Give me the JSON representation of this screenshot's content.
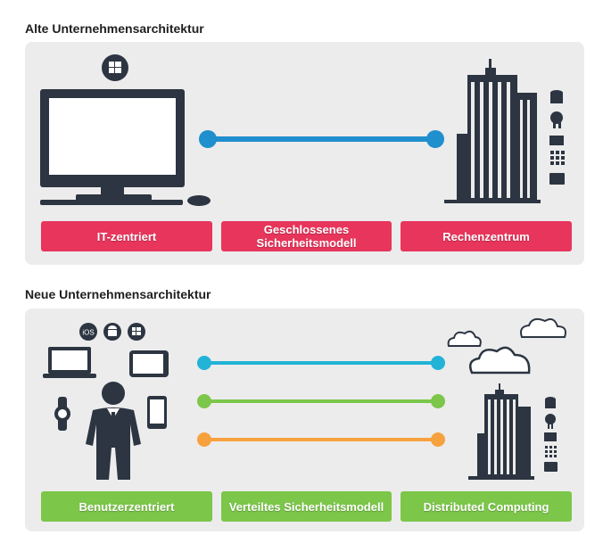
{
  "old": {
    "title": "Alte Unternehmensarchitektur",
    "labels": [
      "IT-zentriert",
      "Geschlossenes Sicherheitsmodell",
      "Rechenzentrum"
    ],
    "os_badge_icon": "windows-icon",
    "line_colors": [
      "#1f8fce"
    ]
  },
  "new": {
    "title": "Neue Unternehmensarchitektur",
    "labels": [
      "Benutzerzentriert",
      "Verteiltes Sicherheitsmodell",
      "Distributed Computing"
    ],
    "os_badges": [
      "iOS",
      "android-icon",
      "windows-icon"
    ],
    "line_colors": [
      "#22b3d6",
      "#7cc64a",
      "#f7a13e"
    ]
  },
  "colors": {
    "dark": "#2c3541",
    "pink": "#e8355c",
    "green": "#7cc64a",
    "panel": "#ececec"
  }
}
